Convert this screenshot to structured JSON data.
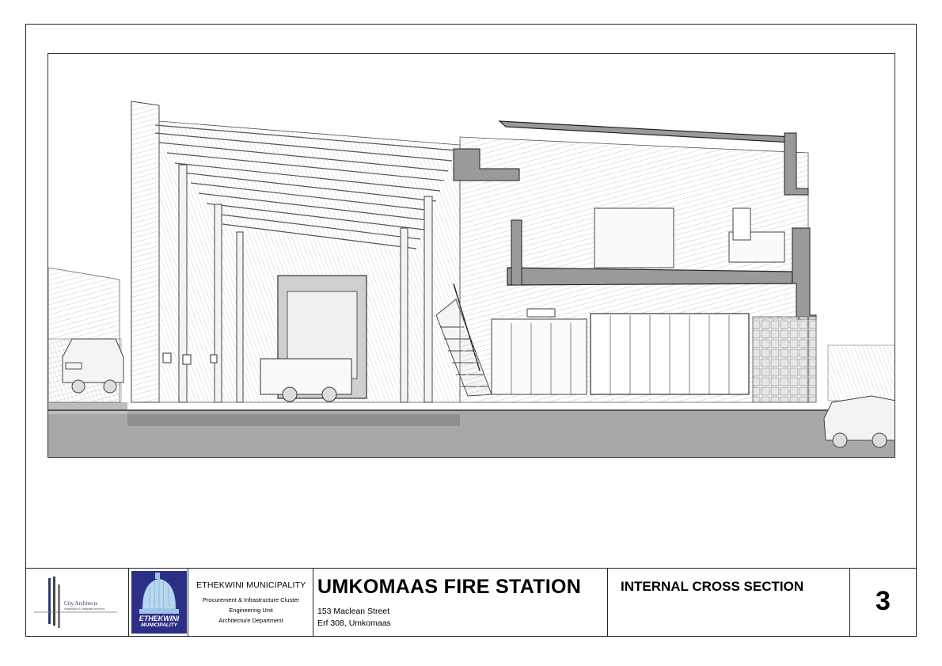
{
  "titleblock": {
    "city_architects_logo": {
      "name": "City Architects",
      "tagline": "sustainable & integrated services"
    },
    "ethekwini_logo": {
      "line1": "ETHEKWINI",
      "line2": "MUNICIPALITY",
      "background_color": "#2c2f86"
    },
    "municipality": {
      "name": "ETHEKWINI MUNICIPALITY",
      "lines": [
        "Procurement & Infrastructure Cluster",
        "Engineering Unit",
        "Architecture Department"
      ]
    },
    "project": {
      "title": "UMKOMAAS FIRE STATION",
      "address_line1": "153 Maclean Street",
      "address_line2": "Erf 308, Umkomaas"
    },
    "sheet": {
      "title": "INTERNAL CROSS SECTION",
      "number": "3"
    }
  },
  "drawing": {
    "type": "perspective building cross-section sketch",
    "section_fill_color": "#9a9a9a",
    "ground_color": "#a8a8a8"
  }
}
